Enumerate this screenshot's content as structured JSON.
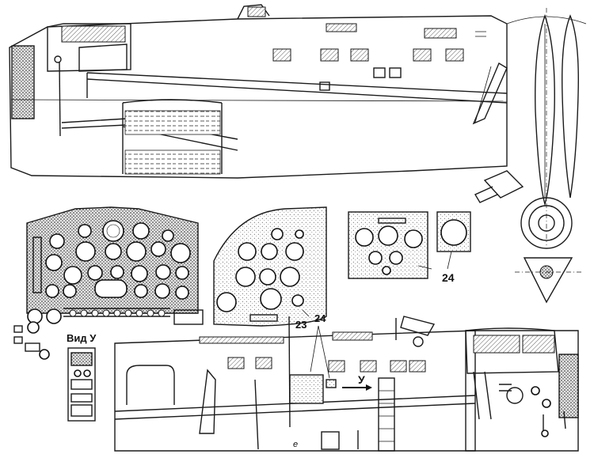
{
  "labels": {
    "callout_24_right": "24",
    "callout_23": "23",
    "callout_24_center": "24",
    "view_title": "Вид У",
    "arrow_letter": "У",
    "page_mark": "e"
  }
}
